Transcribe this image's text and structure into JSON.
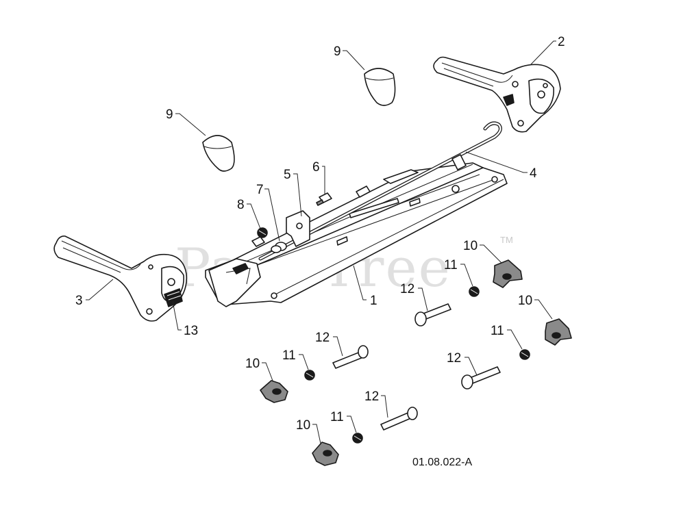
{
  "diagram": {
    "watermark": "PartsTree",
    "watermark_tm": "TM",
    "drawing_code": "01.08.022-A",
    "callouts": {
      "c1": "1",
      "c2": "2",
      "c3": "3",
      "c4": "4",
      "c5": "5",
      "c6": "6",
      "c7": "7",
      "c8": "8",
      "c9a": "9",
      "c9b": "9",
      "c10a": "10",
      "c10b": "10",
      "c10c": "10",
      "c10d": "10",
      "c11a": "11",
      "c11b": "11",
      "c11c": "11",
      "c11d": "11",
      "c12a": "12",
      "c12b": "12",
      "c12c": "12",
      "c12d": "12",
      "c13": "13"
    }
  }
}
